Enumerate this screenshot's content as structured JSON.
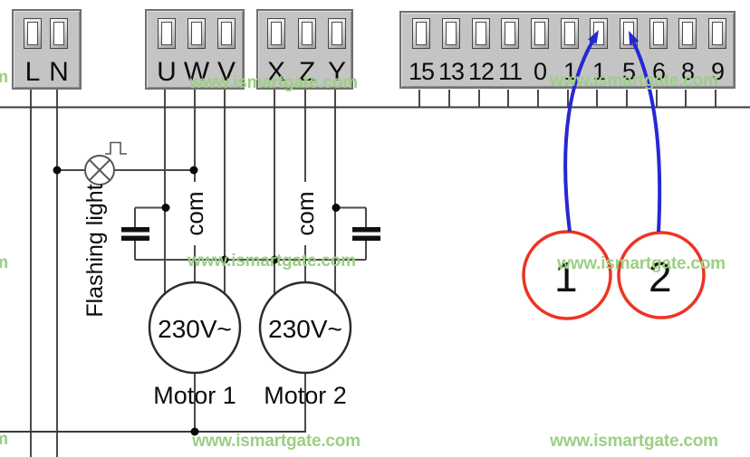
{
  "watermark": {
    "text": "www.ismartgate.com"
  },
  "terminal_blocks": {
    "power": {
      "labels": [
        "L",
        "N"
      ]
    },
    "motor1": {
      "labels": [
        "U",
        "W",
        "V"
      ]
    },
    "motor2": {
      "labels": [
        "X",
        "Z",
        "Y"
      ]
    },
    "control": {
      "labels": [
        "15",
        "13",
        "12",
        "11",
        "0",
        "1",
        "1",
        "5",
        "6",
        "8",
        "9"
      ]
    }
  },
  "annotations": {
    "flashing_light": "Flashing light",
    "com_motor1": "com",
    "com_motor2": "com",
    "motor1_rating": "230V~",
    "motor2_rating": "230V~",
    "motor1_name": "Motor 1",
    "motor2_name": "Motor 2",
    "wire_marker_1": "1",
    "wire_marker_2": "2"
  },
  "colors": {
    "marker_red": "#ee3322",
    "arrow_blue": "#2727d4",
    "watermark_green": "#9ccf84",
    "block_gray": "#c4c4c4",
    "wire_gray": "#4a4a4a"
  }
}
